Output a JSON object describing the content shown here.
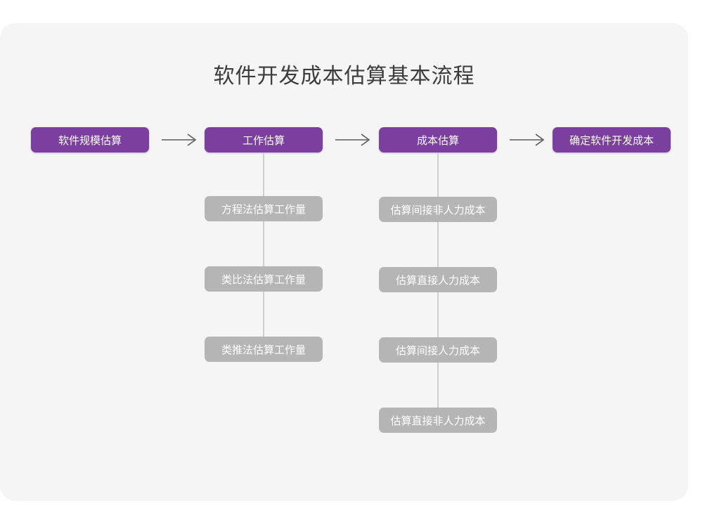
{
  "theme": {
    "page_background": "#ffffff",
    "card_background": "#f5f5f5",
    "primary_color": "#7b3f9d",
    "secondary_color": "#b5b5b5",
    "connector_color": "#cfcfcf",
    "arrow_color": "#595959",
    "title_color": "#3c3c3c",
    "node_text_color": "#ffffff"
  },
  "diagram": {
    "title": "软件开发成本估算基本流程",
    "type": "flowchart",
    "stages": [
      {
        "id": "stage-1",
        "label": "软件规模估算",
        "substeps": []
      },
      {
        "id": "stage-2",
        "label": "工作估算",
        "substeps": [
          "方程法估算工作量",
          "类比法估算工作量",
          "类推法估算工作量"
        ]
      },
      {
        "id": "stage-3",
        "label": "成本估算",
        "substeps": [
          "估算间接非人力成本",
          "估算直接人力成本",
          "估算间接人力成本",
          "估算直接非人力成本"
        ]
      },
      {
        "id": "stage-4",
        "label": "确定软件开发成本",
        "substeps": []
      }
    ],
    "connectors": [
      {
        "from": "stage-1",
        "to": "stage-2",
        "glyph": "arrow-right"
      },
      {
        "from": "stage-2",
        "to": "stage-3",
        "glyph": "arrow-right"
      },
      {
        "from": "stage-3",
        "to": "stage-4",
        "glyph": "arrow-right"
      }
    ]
  }
}
